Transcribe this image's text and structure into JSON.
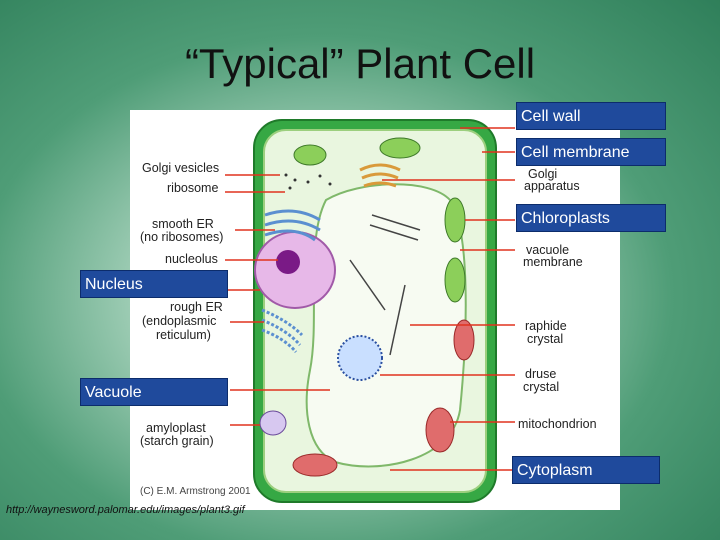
{
  "title": "“Typical” Plant Cell",
  "labels": {
    "golgi_vesicles": "Golgi vesicles",
    "ribosome": "ribosome",
    "smooth_er_1": "smooth ER",
    "smooth_er_2": "(no ribosomes)",
    "nucleolus": "nucleolus",
    "rough_er_1": "rough ER",
    "rough_er_2": "(endoplasmic",
    "rough_er_3": "reticulum)",
    "amyloplast_1": "amyloplast",
    "amyloplast_2": "(starch grain)",
    "golgi_apparatus_1": "Golgi",
    "golgi_apparatus_2": "apparatus",
    "vacuole_membrane_1": "vacuole",
    "vacuole_membrane_2": "membrane",
    "raphide_1": "raphide",
    "raphide_2": "crystal",
    "druse_1": "druse",
    "druse_2": "crystal",
    "mitochondrion": "mitochondrion"
  },
  "boxes": {
    "cell_wall": "Cell wall",
    "cell_membrane": "Cell membrane",
    "chloroplasts": "Chloroplasts",
    "nucleus": "Nucleus",
    "vacuole": "Vacuole",
    "cytoplasm": "Cytoplasm"
  },
  "copyright": "(C) E.M. Armstrong 2001",
  "credit": "http://waynesword.palomar.edu/images/plant3.gif",
  "colors": {
    "box_bg": "#1f4a9c",
    "cell_wall": "#2e9e3a",
    "arrow": "#e0321e"
  }
}
